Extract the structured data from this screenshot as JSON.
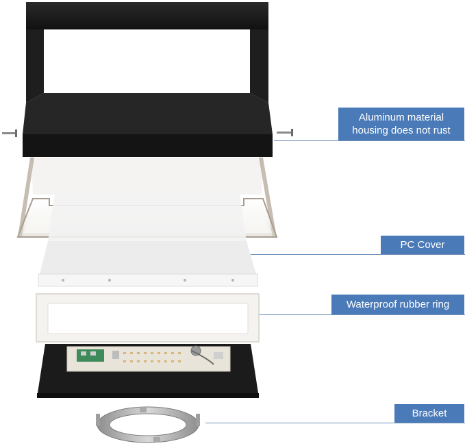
{
  "callouts": {
    "housing": {
      "line1": "Aluminum material",
      "line2": "housing does not rust"
    },
    "pc_cover": "PC Cover",
    "rubber_ring": "Waterproof rubber ring",
    "bracket": "Bracket"
  },
  "colors": {
    "callout_bg": "#4a7ab8",
    "callout_text": "#ffffff",
    "housing": "#1c1c1c",
    "pc_cover_tint": "#c8bfb5",
    "rubber_ring": "#f5f3f0",
    "diffuser": "#f0f0f0",
    "led_board": "#e9e4da",
    "bracket_metal": "#b9b9b9"
  }
}
